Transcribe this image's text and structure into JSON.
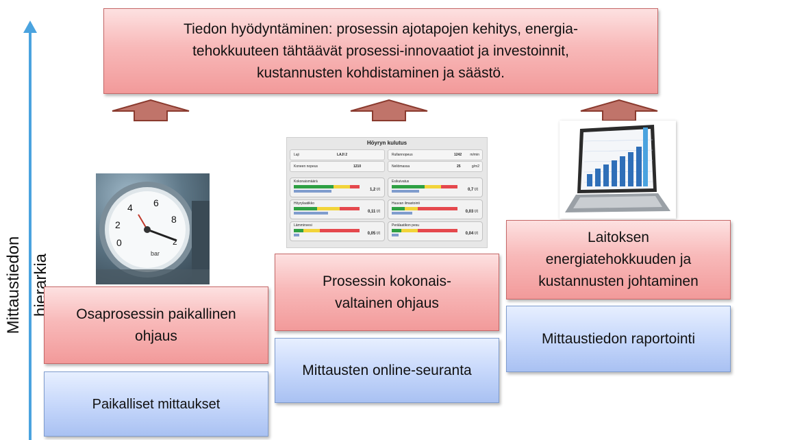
{
  "axis": {
    "label": "Mittaustiedon hierarkia"
  },
  "top_box": {
    "text": "Tiedon hyödyntäminen:  prosessin ajotapojen  kehitys, energia-\ntehokkuuteen tähtäävät prosessi-innovaatiot  ja investoinnit,\nkustannusten kohdistaminen ja säästö."
  },
  "columns": [
    {
      "upper": "Osaprosessin  paikallinen\nohjaus",
      "lower": "Paikalliset mittaukset"
    },
    {
      "upper": "Prosessin kokonais-\nvaltainen ohjaus",
      "lower": "Mittausten online-seuranta"
    },
    {
      "upper": "Laitoksen\nenergiatehokkuuden ja\nkustannusten johtaminen",
      "lower": "Mittaustiedon raportointi"
    }
  ],
  "dashboard": {
    "title": "Höyryn kulutus",
    "info": [
      {
        "key": "Laji",
        "value": "LAJI 2",
        "unit": ""
      },
      {
        "key": "Rullannopeus",
        "value": "1242",
        "unit": "m/min"
      },
      {
        "key": "Koneen nopeus",
        "value": "1210",
        "unit": ""
      },
      {
        "key": "Neliömassa",
        "value": "25",
        "unit": "g/m2"
      }
    ],
    "cards": [
      {
        "name": "Kokonaismäärä",
        "value": "1,2",
        "unit": "t/t"
      },
      {
        "name": "Esikuivatus",
        "value": "0,7",
        "unit": "t/t"
      },
      {
        "name": "Höyrylaatikko",
        "value": "0,11",
        "unit": "t/t"
      },
      {
        "name": "Huuvan ilmastointi",
        "value": "0,03",
        "unit": "t/t"
      },
      {
        "name": "Lämminvesi",
        "value": "0,05",
        "unit": "t/t"
      },
      {
        "name": "Perälaatikon pesu",
        "value": "0,04",
        "unit": "t/t"
      }
    ]
  },
  "gauge": {
    "ticks": [
      "0",
      "2",
      "4",
      "6",
      "8",
      "2"
    ],
    "dial_text": "bar"
  },
  "colors": {
    "pink": "#f4a9a9",
    "blue": "#b8cdf6",
    "arrow_fill": "#c0746a",
    "arrow_stroke": "#8a3a2e",
    "axis": "#4aa3df"
  }
}
